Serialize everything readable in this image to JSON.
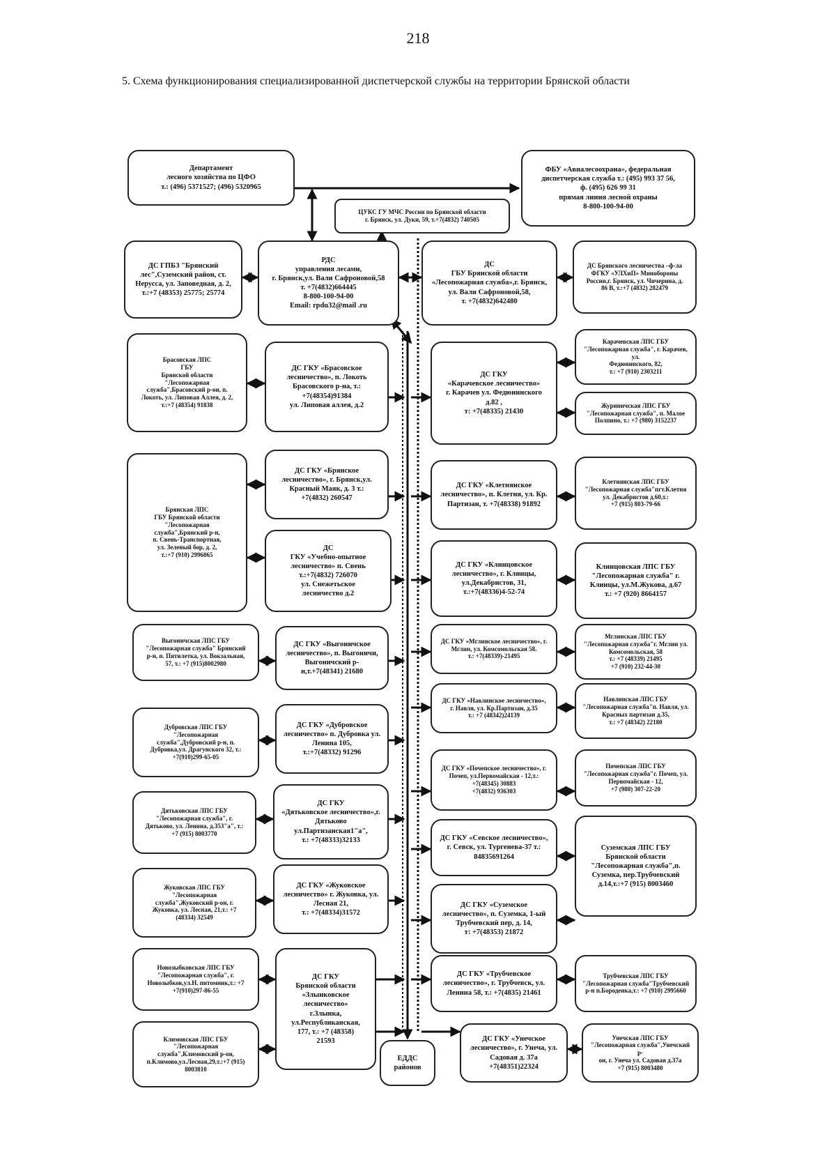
{
  "page_number": "218",
  "title": "5. Схема функционирования специализированной диспетчерской службы на территории Брянской области",
  "boxes": [
    {
      "id": "dep",
      "text": "Департамент\nлесного хозяйства по ЦФО\nт.: (496) 5371527; (496) 5320965"
    },
    {
      "id": "fbu",
      "text": "ФБУ «Авиалесоохрана», федеральная\nдиспетчерская служба т.: (495) 993 37 56,\nф. (495) 626 99 31\nпрямая линия лесной охраны\n8-800-100-94-00"
    },
    {
      "id": "tsuks",
      "text": "ЦУКС ГУ МЧС России по Брянской области\nг. Брянск, ул. Дуки, 59, т.+7(4832) 740505"
    },
    {
      "id": "ds_gpbz",
      "text": "ДС ГПБЗ \"Брянский\nлес\",Суземский район, ст.\nНерусса, ул. Заповедная, д. 2,\nт.:+7 (48353) 25775; 25774"
    },
    {
      "id": "rds",
      "text": "РДС\nуправления лесами,\nг. Брянск,ул. Вали Сафроновой,58\nт. +7(4832)664445\n8-800-100-94-00\nEmail: rpdu32@mail .ru"
    },
    {
      "id": "ds_gbu",
      "text": "ДС\nГБУ Брянской области\n«Лесопожарная служба»,г. Брянск,\nул. Вали Сафроновой,58,\nт. +7(4832)642480"
    },
    {
      "id": "ds_bryansk_lesn",
      "text": "ДС Брянского лесничества –ф-ла\nФГКУ «УЛХиП» Минобороны\nРоссии,г. Брянск, ул. Чичерина, д.\n86 В, т.:+7 (4832) 282479"
    },
    {
      "id": "brasovskaya_lps",
      "text": "Брасовская ЛПС\nГБУ\nБрянской области\n\"Лесопожарная\nслужба\",Брасовский р-он, п.\nЛокоть, ул. Липовая Аллея, д. 2,\nт.:+7 (48354) 91838"
    },
    {
      "id": "ds_brasovskoe",
      "text": "ДС ГКУ «Брасовское\nлесничество», п. Локоть\nБрасовского р-на, т.:\n+7(48354)91384\nул. Липовая аллея, д.2"
    },
    {
      "id": "ds_karachevskoe",
      "text": "ДС ГКУ\n«Карачевское лесничество»\nг. Карачев ул. Федюнинского\nд.82 ,\nт: +7(48335) 21430"
    },
    {
      "id": "karachevskaya_lps",
      "text": "Карачевская ЛПС ГБУ\n\"Лесопожарная служба\", г. Карачев, ул.\nФедюнинского, 82,\nт.: +7 (910) 2303211"
    },
    {
      "id": "zhurinichskaya_lps",
      "text": "Журиничская ЛПС ГБУ\n\"Лесопожарная служба\", п. Малое\nПолпино, т.: +7 (980) 3152237"
    },
    {
      "id": "bryanskaya_lps",
      "text": "Брянская ЛПС\nГБУ Брянской области\n\"Лесопожарная\nслужба\",Брянский р-н,\nп. Свень-Транспортная,\nул. Зеленый бор, д. 2,\nт.:+7 (910) 2996065"
    },
    {
      "id": "ds_bryanskoe",
      "text": "ДС ГКУ «Брянское\nлесничество», г. Брянск,ул.\nКрасный Маяк, д. 3 т.:\n+7(4832) 260547"
    },
    {
      "id": "ds_kletnyanskoe",
      "text": "ДС ГКУ «Клетнянское\nлесничество», п. Клетня, ул. Кр.\nПартизан, т. +7(48338) 91892"
    },
    {
      "id": "kletnyanskaya_lps",
      "text": "Клетнянская ЛПС ГБУ\n\"Лесопожарная служба\"пгт.Клетня\nул. Декабристов д.60,т.:\n+7 (915) 803-79-66"
    },
    {
      "id": "ds_uchebno",
      "text": "ДС\nГКУ «Учебно-опытное\nлесничество» п. Свень\nт.:+7(4832) 726070\nул. Снежетьское\nлесничество д.2"
    },
    {
      "id": "ds_klintsovskoe",
      "text": "ДС ГКУ «Клинцовское\nлесничество», г. Клинцы,\nул.Декабристов, 31,\nт.:+7(48336)4-52-74"
    },
    {
      "id": "klintsovskaya_lps",
      "text": "Клинцовская ЛПС ГБУ\n\"Лесопожарная служба\" г.\nКлинцы, ул.М.Жукова, д.67\nт.: +7 (920) 8664157"
    },
    {
      "id": "vygonichskaya_lps",
      "text": "Выгоничская ЛПС ГБУ\n\"Лесопожарная служба\" Брянский\nр-н, п. Пятилетка, ул. Вокзальная,\n57, т.: +7 (915)8002980"
    },
    {
      "id": "ds_vygonichskoe",
      "text": "ДС ГКУ «Выгоничское\nлесничество», п. Выгоничи,\nВыгоничский р-\nн,т.+7(48341) 21680"
    },
    {
      "id": "ds_mglinskoe",
      "text": "ДС ГКУ «Мглинское лесничество», г.\nМглин, ул. Комсомольская 58.\nт.: +7(48339)-21495"
    },
    {
      "id": "mglinskaya_lps",
      "text": "Мглинская ЛПС ГБУ\n\"Лесопожарная служба\"г. Мглин ул.\nКомсомольская, 58\nт.: +7 (48339) 21495\n+7 (910) 232-44-30"
    },
    {
      "id": "ds_navlinskoe",
      "text": "ДС ГКУ «Навлинское лесничество»,\nг. Навля, ул. Кр.Партизан, д.35\nт.: +7 (48342)24139"
    },
    {
      "id": "navlinskaya_lps",
      "text": "Навлинская ЛПС ГБУ\n\"Лесопожарная служба\"п. Навля, ул.\nКрасных партизан д.35,\nт.: +7 (48342) 22180"
    },
    {
      "id": "dubrovskaya_lps",
      "text": "Дубровская ЛПС ГБУ\n\"Лесопожарная\nслужба\",Дубровский р-н, п.\nДубровка,ул. Драгунского 32, т.:\n+7(910)299-65-05"
    },
    {
      "id": "ds_dubrovskoe",
      "text": "ДС ГКУ «Дубровское\nлесничество» п. Дубровка ул.\nЛенина 105,\nт.:+7(48332) 91296"
    },
    {
      "id": "ds_pochepskoe",
      "text": "ДС ГКУ «Почепское лесничество», г.\nПочеп, ул.Первомайская - 12,т.:\n+7(48345) 30883\n+7(4832) 936303"
    },
    {
      "id": "pochepskaya_lps",
      "text": "Почепская ЛПС ГБУ\n\"Лесопожарная служба\"г. Почеп, ул.\nПервомайская - 12,\n+7 (980) 307-22-20"
    },
    {
      "id": "dyatkovskaya_lps",
      "text": "Дятьковская ЛПС ГБУ\n\"Лесопожарная служба\", г.\nДятьково, ул. Ленина, д.353\"а\", т.:\n+7 (915) 8003770"
    },
    {
      "id": "ds_dyatkovskoe",
      "text": "ДС ГКУ\n«Дятьковское лесничество»,г.\nДятьково\nул.Партизанская1\"а\",\nт.: +7(48333)32133"
    },
    {
      "id": "ds_sevskoe",
      "text": "ДС ГКУ «Севское лесничество»,\nг. Севск, ул. Тургенева-37 т.:\n84835691264"
    },
    {
      "id": "suzemskaya_lps",
      "text": "Суземская ЛПС ГБУ\nБрянской области\n\"Лесопожарная служба\",п.\nСуземка, пер.Трубчевский\nд.14,т.:+7 (915) 8003460"
    },
    {
      "id": "zhukovskaya_lps",
      "text": "Жуковская ЛПС ГБУ\n\"Лесопожарная\nслужба\",Жуковский р-он, г.\nЖуковка, ул. Лесная, 21,т.: +7\n(48334) 32549"
    },
    {
      "id": "ds_zhukovskoe",
      "text": "ДС ГКУ «Жуковское\nлесничество» г. Жуковка, ул.\nЛесная 21,\nт.: +7(48334)31572"
    },
    {
      "id": "ds_suzemskoe",
      "text": "ДС ГКУ «Суземское\nлесничество», п. Суземка, 1-ый\nТрубчевский пер, д. 14,\nт: +7(48353) 21872"
    },
    {
      "id": "novozybkovskaya_lps",
      "text": "Новозыбковская ЛПС ГБУ\n\"Лесопожарная служба\", г.\nНовозыбков,ул.Н. питомник,т.: +7\n+7(910)297-86-55"
    },
    {
      "id": "ds_zlynkovskoe",
      "text": "ДС ГКУ\nБрянской области\n«Злынковское\nлесничество»\nг.Злынка,\nул.Республиканская,\n177, т.: +7 (48358)\n21593"
    },
    {
      "id": "ds_trubchevskoe",
      "text": "ДС ГКУ «Трубчевское\nлесничество», г. Трубчевск, ул.\nЛенина 58, т.: +7(4835) 21461"
    },
    {
      "id": "trubchevskaya_lps",
      "text": "Трубчевская ЛПС ГБУ\n\"Лесопожарная служба\"Трубчевский\nр-н п.Бороденка,т.: +7 (910) 2995660"
    },
    {
      "id": "klimovskaya_lps",
      "text": "Климовская ЛПС ГБУ\n\"Лесопожарная\nслужба\",Климовский р-он,\nп.Климово,ул.Лесная,29,т.:+7 (915)\n8003810"
    },
    {
      "id": "edds",
      "text": "ЕДДС\nрайонов"
    },
    {
      "id": "ds_unechskoe",
      "text": "ДС ГКУ «Унечское\nлесничество», г. Унеча, ул.\nСадовая д. 37а\n+7(48351)22324"
    },
    {
      "id": "unechskaya_lps",
      "text": "Унечская ЛПС ГБУ\n\"Лесопожарная служба\",Унечский р-\nон, г. Унеча ул. Садовая д.37а\n+7 (915) 8003480"
    }
  ]
}
